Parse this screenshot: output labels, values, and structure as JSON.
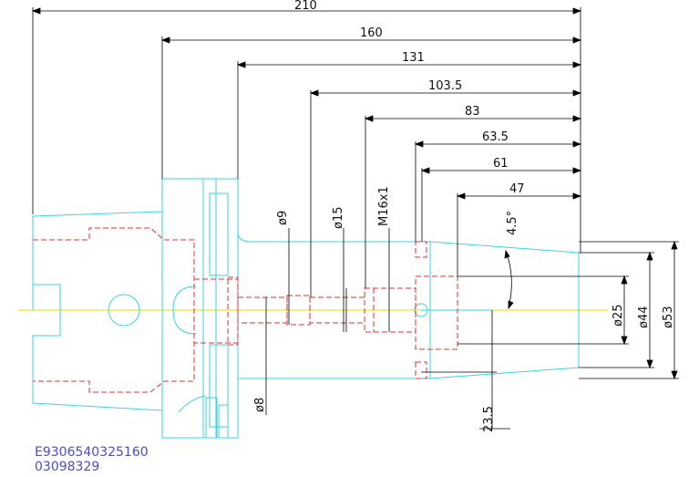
{
  "drawing": {
    "colors": {
      "outline": "#38d6e0",
      "hidden": "#e03030",
      "centerline": "#e8e000",
      "dimension": "#000000",
      "code_text": "#4b4bd9"
    },
    "horizontal_dimensions": [
      "210",
      "160",
      "131",
      "103.5",
      "83",
      "63.5",
      "61",
      "47"
    ],
    "vertical_dimensions": [
      "ø9",
      "ø15",
      "M16x1",
      "ø8",
      "23.5"
    ],
    "right_diameters": [
      "ø25",
      "ø44",
      "ø53"
    ],
    "angle": "4.5°",
    "part_codes": [
      "E9306540325160",
      "03098329"
    ]
  }
}
